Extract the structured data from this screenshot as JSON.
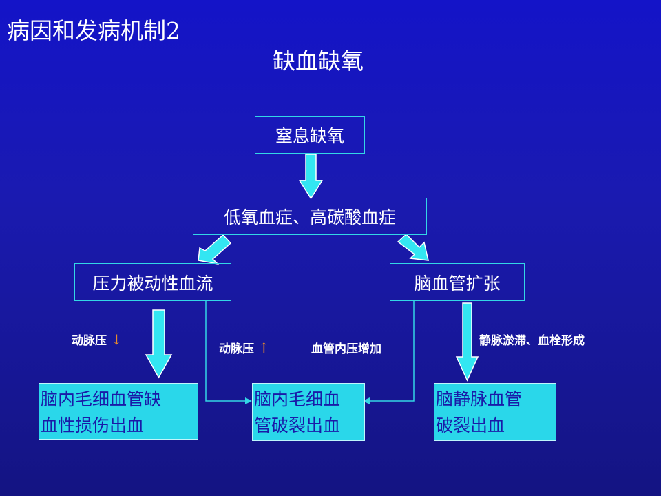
{
  "slide": {
    "title": "病因和发病机制2",
    "subtitle": "缺血缺氧"
  },
  "nodes": {
    "suffocation": "窒息缺氧",
    "hypoxemia": "低氧血症、高碳酸血症",
    "pressure_passive": "压力被动性血流",
    "vasodilation": "脑血管扩张",
    "ischemic_hemorrhage": [
      "脑内毛细血管缺",
      "血性损伤出血"
    ],
    "capillary_rupture": [
      "脑内毛细血",
      "管破裂出血"
    ],
    "vein_rupture": [
      "脑静脉血管",
      "破裂出血"
    ]
  },
  "edge_labels": {
    "arterial_down": "动脉压",
    "arterial_up": "动脉压",
    "vascular_pressure": "血管内压增加",
    "venous_stasis": "静脉淤滞、血栓形成"
  },
  "icons": {
    "down": "↓",
    "up": "↑"
  },
  "colors": {
    "background": "#1414c8",
    "box_border": "#33d6e6",
    "box_fill": "#2ad7ea",
    "arrow_fill": "#33e6f2",
    "indicator": "#e68a2e"
  }
}
